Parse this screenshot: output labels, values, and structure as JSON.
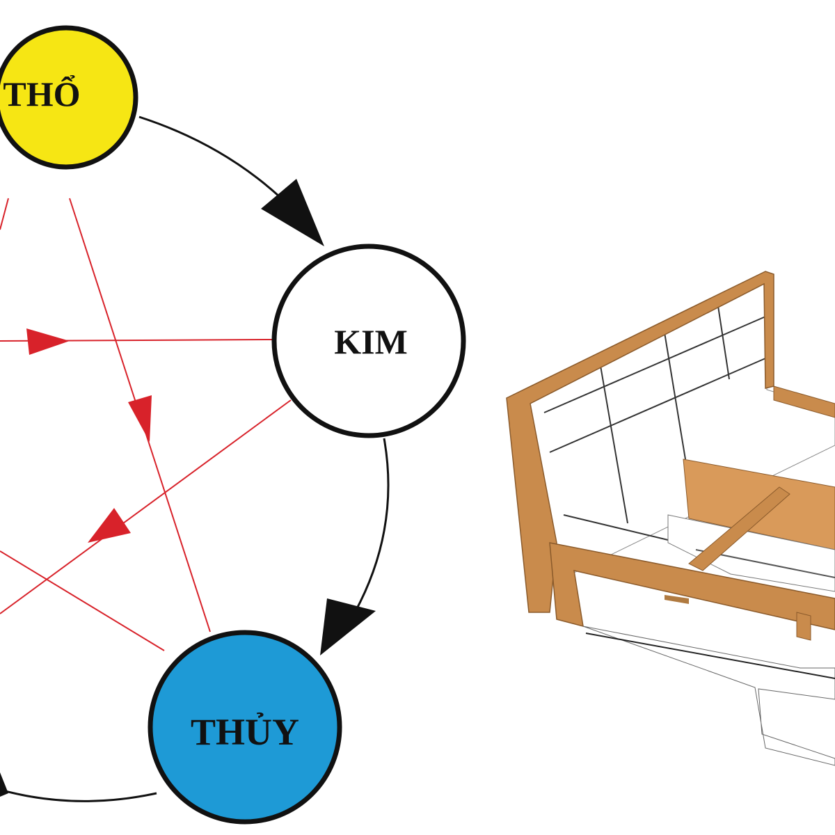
{
  "diagram": {
    "nodes": [
      {
        "id": "tho",
        "label": "THỔ",
        "color": "#f6e614"
      },
      {
        "id": "kim",
        "label": "KIM",
        "color": "#ffffff"
      },
      {
        "id": "thuy",
        "label": "THỦY",
        "color": "#1e9ad6"
      }
    ],
    "colors": {
      "generating_arrow": "#111111",
      "controlling_arrow": "#d8222a",
      "wood_frame": "#c98b4c"
    }
  }
}
